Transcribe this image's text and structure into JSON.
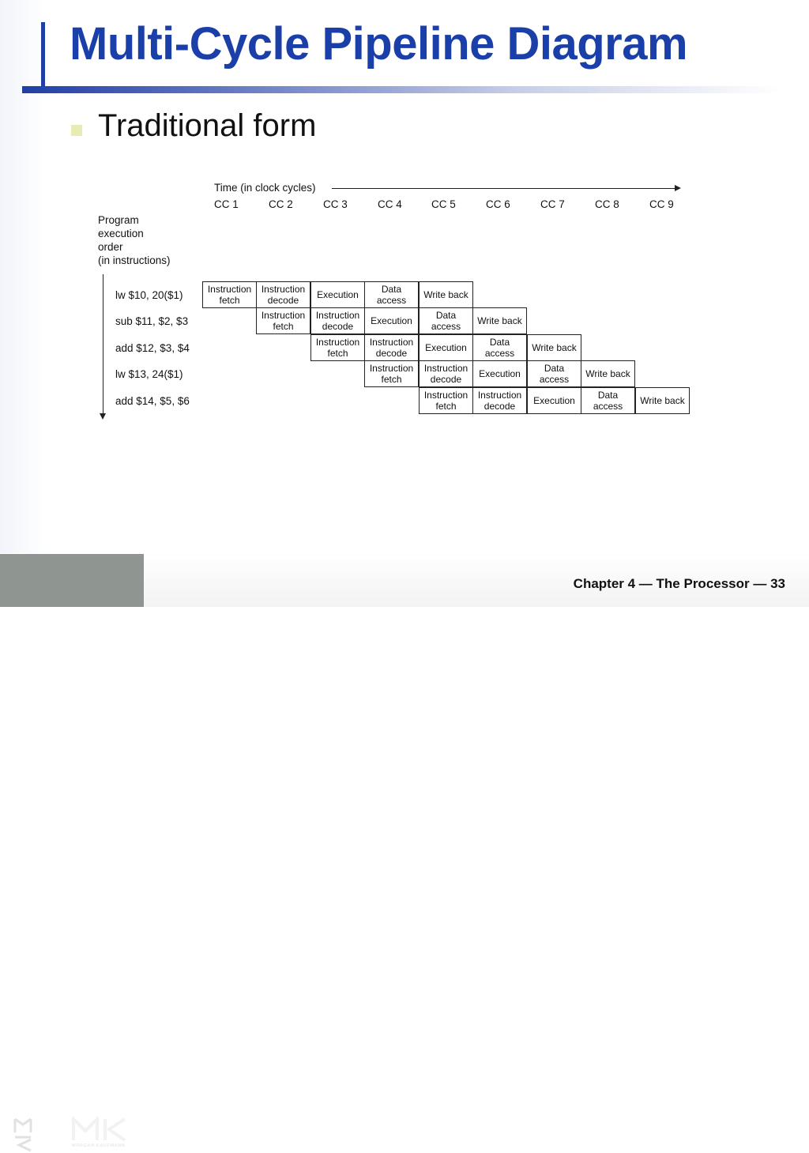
{
  "slide": {
    "title": "Multi-Cycle Pipeline Diagram",
    "bullet": "Traditional form",
    "footer": "Chapter 4 — The Processor — 33",
    "logo": {
      "mark": "MK",
      "subtitle": "MORGAN KAUFMANN"
    }
  },
  "diagram": {
    "time_label": "Time (in clock cycles)",
    "cycles": [
      "CC 1",
      "CC 2",
      "CC 3",
      "CC 4",
      "CC 5",
      "CC 6",
      "CC 7",
      "CC 8",
      "CC 9"
    ],
    "program_label": "Program\nexecution\norder\n(in instructions)",
    "instructions": [
      "lw $10, 20($1)",
      "sub $11, $2, $3",
      "add $12, $3, $4",
      "lw $13, 24($1)",
      "add $14, $5, $6"
    ],
    "stages": [
      "Instruction\nfetch",
      "Instruction\ndecode",
      "Execution",
      "Data\naccess",
      "Write back"
    ]
  }
}
